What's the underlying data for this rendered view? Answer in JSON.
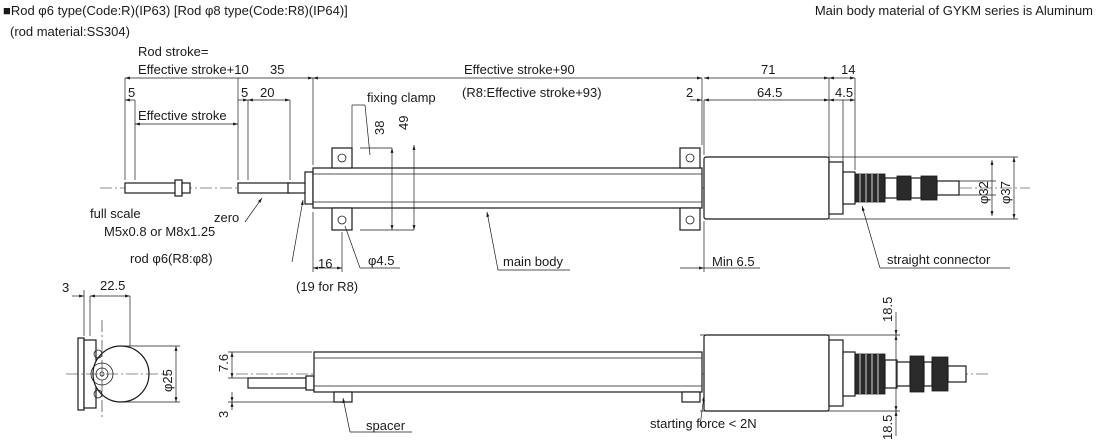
{
  "header": {
    "title": "■Rod φ6 type(Code:R)(IP63) [Rod φ8 type(Code:R8)(IP64)]",
    "subtitle": "(rod material:SS304)",
    "note": "Main body material of GYKM series is Aluminum"
  },
  "dimensions": {
    "rod_stroke_1": "Rod stroke=",
    "rod_stroke_2": "Effective stroke+10",
    "d35": "35",
    "eff90": "Effective stroke+90",
    "r8_93": "(R8:Effective stroke+93)",
    "d71": "71",
    "d14": "14",
    "d5a": "5",
    "d5b": "5",
    "d20": "20",
    "d2": "2",
    "d64_5": "64.5",
    "d4_5": "4.5",
    "eff": "Effective stroke",
    "d38": "38",
    "d49": "49",
    "phi32": "φ32",
    "phi37": "φ37",
    "d16": "16",
    "phi4_5": "φ4.5",
    "min6_5": "Min 6.5",
    "r8_19": "(19 for R8)",
    "d3": "3",
    "d22_5": "22.5",
    "phi25": "φ25",
    "d7_6": "7.6",
    "d3b": "3",
    "d18_5a": "18.5",
    "d18_5b": "18.5"
  },
  "labels": {
    "fixing_clamp": "fixing clamp",
    "full_scale": "full scale",
    "zero": "zero",
    "thread": "M5x0.8 or M8x1.25",
    "rod": "rod φ6(R8:φ8)",
    "main_body": "main body",
    "straight_connector": "straight connector",
    "spacer": "spacer",
    "starting_force": "starting force < 2N"
  }
}
